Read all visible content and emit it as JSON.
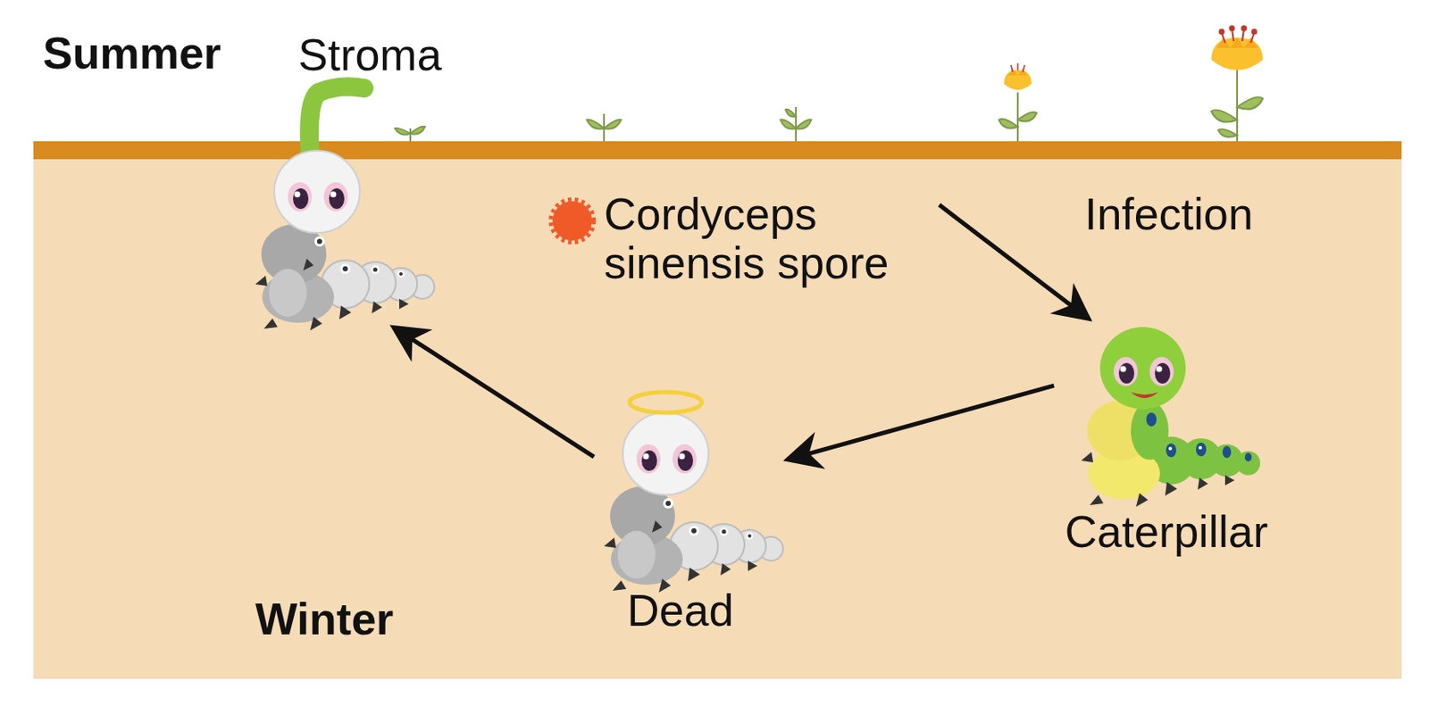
{
  "diagram": {
    "nodes": [
      {
        "text": [
          "Cordyceps sinensis spore"
        ]
      },
      {
        "text": [
          "Caterpillar"
        ]
      },
      {
        "text": [
          "Dead"
        ]
      },
      {
        "text": [
          "Stroma"
        ]
      }
    ],
    "edges": [
      {
        "from": 0,
        "to": 1,
        "arrow": "to",
        "label": "Infection"
      },
      {
        "from": 1,
        "to": 2,
        "arrow": "to"
      },
      {
        "from": 2,
        "to": 3,
        "arrow": "to"
      }
    ],
    "labels": [
      "Summer",
      "Winter"
    ]
  }
}
